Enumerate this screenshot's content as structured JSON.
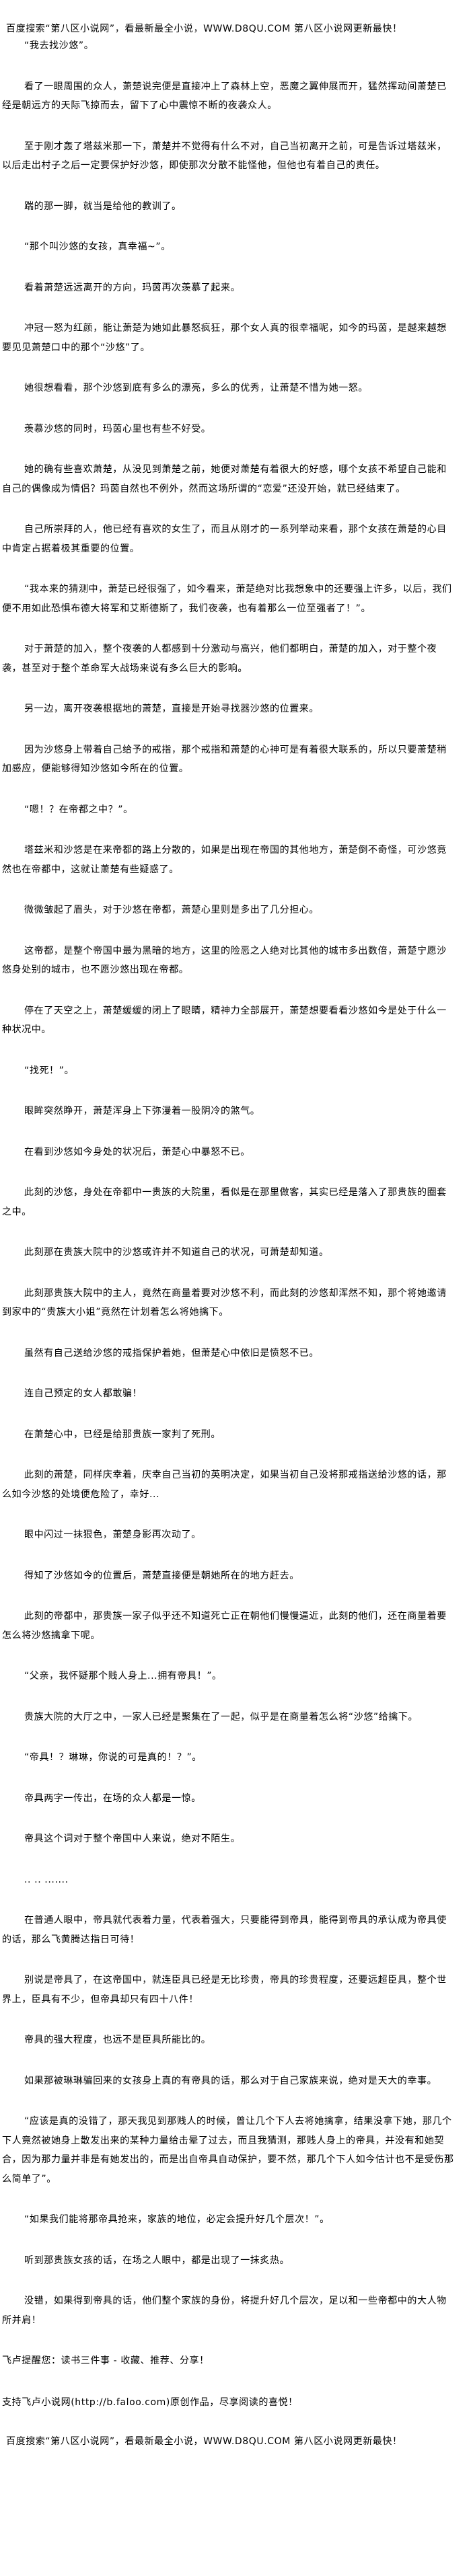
{
  "header": {
    "notice": "百度搜索“第八区小说网”，看最新最全小说，WWW.D8QU.COM   第八区小说网更新最快！"
  },
  "article": {
    "paragraphs": [
      "“我去找沙悠”。",
      "看了一眼周围的众人，萧楚说完便是直接冲上了森林上空，恶魔之翼伸展而开，猛然挥动间萧楚已经是朝远方的天际飞掠而去，留下了心中震惊不断的夜袭众人。",
      "至于刚才轰了塔兹米那一下，萧楚并不觉得有什么不对，自己当初离开之前，可是告诉过塔兹米，以后走出村子之后一定要保护好沙悠，即使那次分散不能怪他，但他也有着自己的责任。",
      "踹的那一脚，就当是给他的教训了。",
      "“那个叫沙悠的女孩，真幸福~”。",
      "看着萧楚远远离开的方向，玛茵再次羡慕了起来。",
      "冲冠一怒为红颜，能让萧楚为她如此暴怒疯狂，那个女人真的很幸福呢，如今的玛茵，是越来越想要见见萧楚口中的那个“沙悠”了。",
      "她很想看看，那个沙悠到底有多么的漂亮，多么的优秀，让萧楚不惜为她一怒。",
      "羡慕沙悠的同时，玛茵心里也有些不好受。",
      "她的确有些喜欢萧楚，从没见到萧楚之前，她便对萧楚有着很大的好感，哪个女孩不希望自己能和自己的偶像成为情侣？玛茵自然也不例外，然而这场所谓的“恋爱”还没开始，就已经结束了。",
      "自己所崇拜的人，他已经有喜欢的女生了，而且从刚才的一系列举动来看，那个女孩在萧楚的心目中肯定占据着极其重要的位置。",
      "“我本来的猜测中，萧楚已经很强了，如今看来，萧楚绝对比我想象中的还要强上许多，以后，我们便不用如此恐惧布德大将军和艾斯德斯了，我们夜袭，也有着那么一位至强者了！”。",
      "对于萧楚的加入，整个夜袭的人都感到十分激动与高兴，他们都明白，萧楚的加入，对于整个夜袭，甚至对于整个革命军大战场来说有多么巨大的影响。",
      "另一边，离开夜袭根据地的萧楚，直接是开始寻找器沙悠的位置来。",
      "因为沙悠身上带着自己给予的戒指，那个戒指和萧楚的心神可是有着很大联系的，所以只要萧楚稍加感应，便能够得知沙悠如今所在的位置。",
      "“嗯！？在帝都之中？”。",
      "塔兹米和沙悠是在来帝都的路上分散的，如果是出现在帝国的其他地方，萧楚倒不奇怪，可沙悠竟然也在帝都中，这就让萧楚有些疑惑了。",
      "微微皱起了眉头，对于沙悠在帝都，萧楚心里则是多出了几分担心。",
      "这帝都，是整个帝国中最为黑暗的地方，这里的险恶之人绝对比其他的城市多出数倍，萧楚宁愿沙悠身处别的城市，也不愿沙悠出现在帝都。",
      "停在了天空之上，萧楚缓缓的闭上了眼睛，精神力全部展开，萧楚想要看看沙悠如今是处于什么一种状况中。",
      "“找死！”。",
      "眼眸突然睁开，萧楚浑身上下弥漫着一股阴冷的煞气。",
      "在看到沙悠如今身处的状况后，萧楚心中暴怒不已。",
      "此刻的沙悠，身处在帝都中一贵族的大院里，看似是在那里做客，其实已经是落入了那贵族的圈套之中。",
      "此刻那在贵族大院中的沙悠或许并不知道自己的状况，可萧楚却知道。",
      "此刻那贵族大院中的主人，竟然在商量着要对沙悠不利，而此刻的沙悠却浑然不知，那个将她邀请到家中的“贵族大小姐”竟然在计划着怎么将她擒下。",
      "虽然有自己送给沙悠的戒指保护着她，但萧楚心中依旧是愤怒不已。",
      "连自己预定的女人都敢骗！",
      "在萧楚心中，已经是给那贵族一家判了死刑。",
      "此刻的萧楚，同样庆幸着，庆幸自己当初的英明决定，如果当初自己没将那戒指送给沙悠的话，那么如今沙悠的处境便危险了，幸好...",
      "眼中闪过一抹狠色，萧楚身影再次动了。",
      "得知了沙悠如今的位置后，萧楚直接便是朝她所在的地方赶去。",
      "此刻的帝都中，那贵族一家子似乎还不知道死亡正在朝他们慢慢逼近，此刻的他们，还在商量着要怎么将沙悠擒拿下呢。",
      "“父亲，我怀疑那个贱人身上...拥有帝具！”。",
      "贵族大院的大厅之中，一家人已经是聚集在了一起，似乎是在商量着怎么将“沙悠”给擒下。",
      "“帝具！？琳琳，你说的可是真的！？”。",
      "帝具两字一传出，在场的众人都是一惊。",
      "帝具这个词对于整个帝国中人来说，绝对不陌生。",
      ".. .. .......",
      "在普通人眼中，帝具就代表着力量，代表着强大，只要能得到帝具，能得到帝具的承认成为帝具使的话，那么飞黄腾达指日可待！",
      "别说是帝具了，在这帝国中，就连臣具已经是无比珍贵，帝具的珍贵程度，还要远超臣具，整个世界上，臣具有不少，但帝具却只有四十八件！",
      "帝具的强大程度，也远不是臣具所能比的。",
      "如果那被琳琳骗回来的女孩身上真的有帝具的话，那么对于自己家族来说，绝对是天大的幸事。",
      "“应该是真的没错了，那天我见到那贱人的时候，曾让几个下人去将她擒拿，结果没拿下她，那几个下人竟然被她身上散发出来的某种力量给击晕了过去，而且我猜测，那贱人身上的帝具，并没有和她契合，因为那力量并非是有她发出的，而是出自帝具自动保护，要不然，那几个下人如今估计也不是受伤那么简单了”。",
      "“如果我们能将那帝具抢来，家族的地位，必定会提升好几个层次！”。",
      "听到那贵族女孩的话，在场之人眼中，都是出现了一抹炙热。",
      "没错，如果得到帝具的话，他们整个家族的身份，将提升好几个层次，足以和一些帝都中的大人物所并肩！"
    ]
  },
  "footer": {
    "reminder": "飞卢提醒您：读书三件事 - 收藏、推荐、分享！",
    "support": "支持飞卢小说网(http://b.faloo.com)原创作品，尽享阅读的喜悦！",
    "notice": "百度搜索“第八区小说网”，看最新最全小说，WWW.D8QU.COM   第八区小说网更新最快！"
  }
}
